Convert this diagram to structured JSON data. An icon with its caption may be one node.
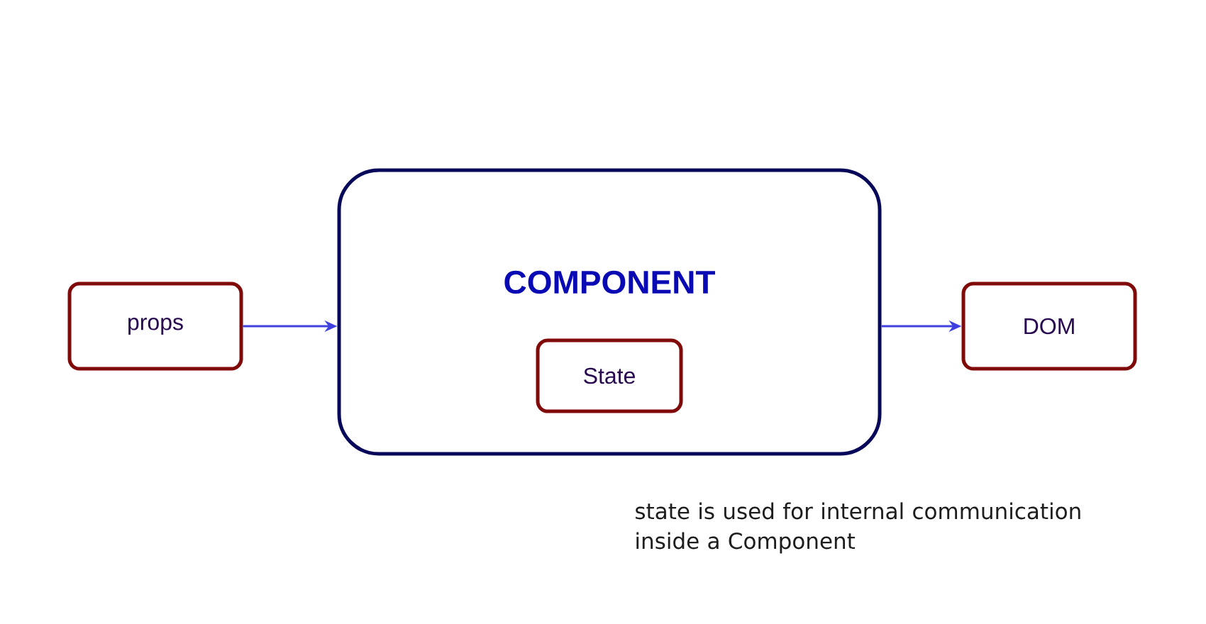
{
  "diagram": {
    "nodes": [
      {
        "text": [
          "props"
        ]
      },
      {
        "text": [
          "COMPONENT"
        ]
      },
      {
        "text": [
          "State"
        ],
        "in": 1
      },
      {
        "text": [
          "DOM"
        ]
      }
    ],
    "edges": [
      {
        "from": 0,
        "to": 1,
        "arrow": "to"
      },
      {
        "from": 1,
        "to": 3,
        "arrow": "to"
      }
    ],
    "labels": [
      "state is used for internal communication inside a Component"
    ]
  }
}
